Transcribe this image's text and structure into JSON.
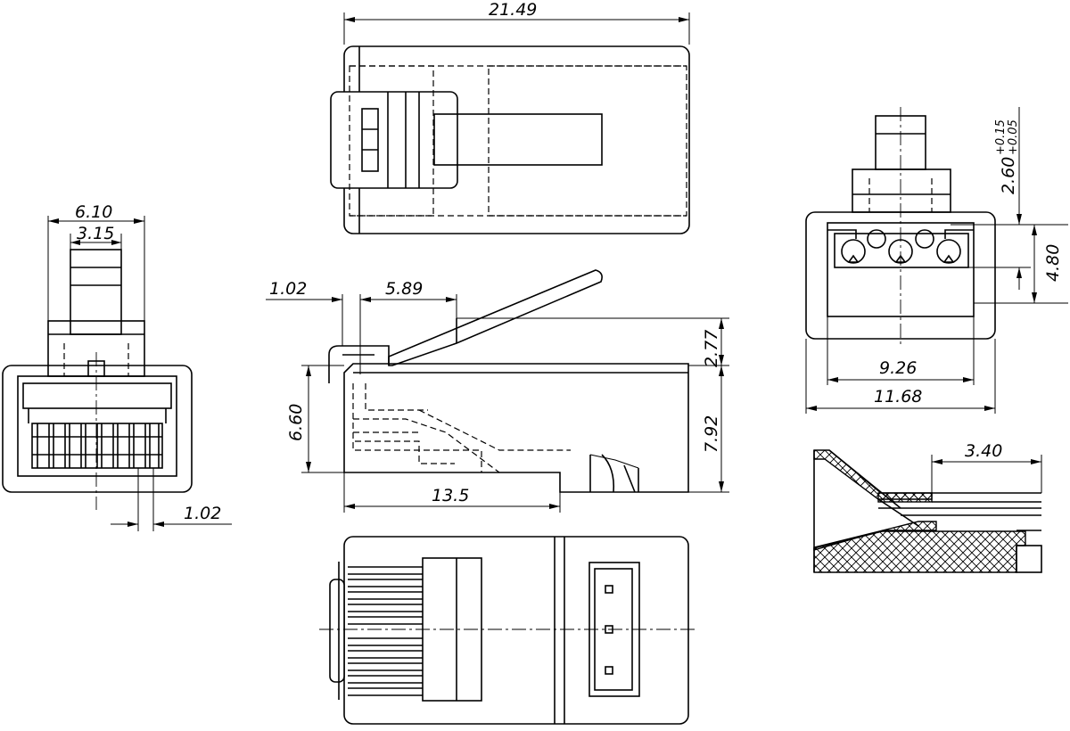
{
  "dimensions": {
    "overall_length": "21.49",
    "front_width_outer": "6.10",
    "front_width_inner": "3.15",
    "contact_pitch": "1.02",
    "side_offset": "1.02",
    "latch_length": "5.89",
    "latch_height": "2.77",
    "body_height": "6.60",
    "total_height": "7.92",
    "base_length": "13.5",
    "cable_slot_height": "2.60",
    "cable_slot_tol_upper": "+0.15",
    "cable_slot_tol_lower": "+0.05",
    "rear_opening_height": "4.80",
    "rear_inner_width": "9.26",
    "rear_outer_width": "11.68",
    "insert_depth": "3.40"
  },
  "colors": {
    "line": "#000000",
    "background": "#ffffff"
  }
}
